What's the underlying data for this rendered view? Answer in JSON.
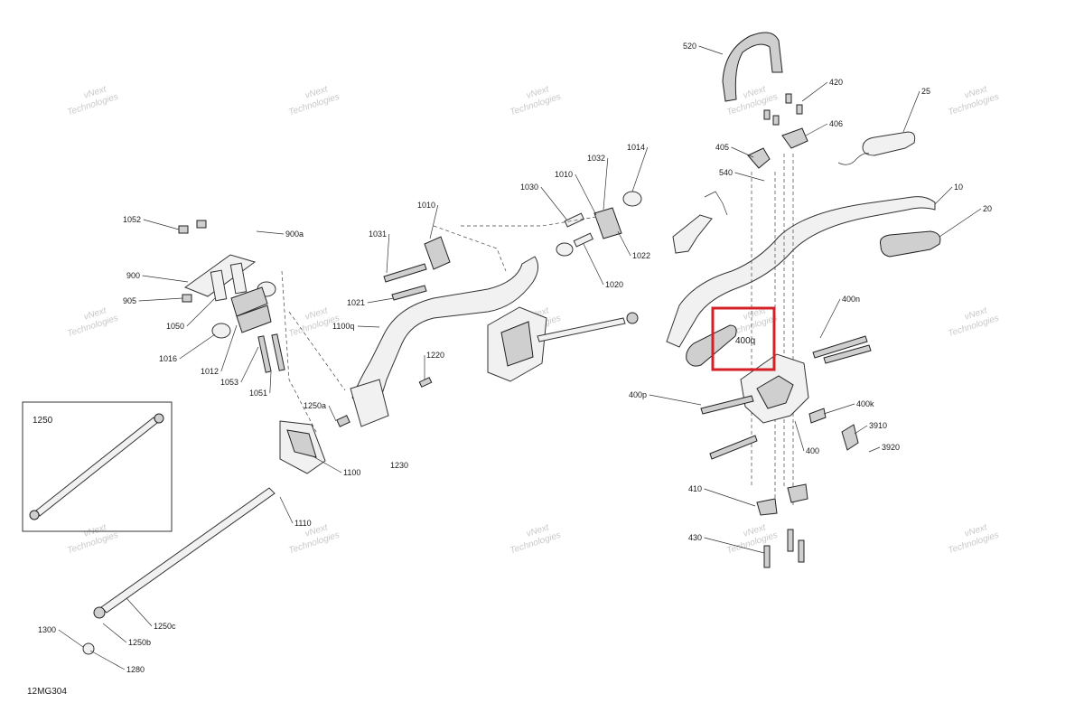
{
  "diagram_code": "12MG304",
  "inset_label": "1250",
  "highlight_label": "400q",
  "highlight_color": "#d42027",
  "watermark_line1": "vNext",
  "watermark_line2": "Technologies",
  "callouts": [
    {
      "id": "520",
      "text": "520"
    },
    {
      "id": "420",
      "text": "420"
    },
    {
      "id": "25",
      "text": "25"
    },
    {
      "id": "406",
      "text": "406"
    },
    {
      "id": "405",
      "text": "405"
    },
    {
      "id": "540",
      "text": "540"
    },
    {
      "id": "10",
      "text": "10"
    },
    {
      "id": "20",
      "text": "20"
    },
    {
      "id": "400n",
      "text": "400n"
    },
    {
      "id": "400p",
      "text": "400p"
    },
    {
      "id": "400k",
      "text": "400k"
    },
    {
      "id": "3910",
      "text": "3910"
    },
    {
      "id": "3920",
      "text": "3920"
    },
    {
      "id": "400",
      "text": "400"
    },
    {
      "id": "410",
      "text": "410"
    },
    {
      "id": "430",
      "text": "430"
    },
    {
      "id": "1014",
      "text": "1014"
    },
    {
      "id": "1032",
      "text": "1032"
    },
    {
      "id": "1010a",
      "text": "1010"
    },
    {
      "id": "1030",
      "text": "1030"
    },
    {
      "id": "1010b",
      "text": "1010"
    },
    {
      "id": "1022",
      "text": "1022"
    },
    {
      "id": "1020",
      "text": "1020"
    },
    {
      "id": "1031",
      "text": "1031"
    },
    {
      "id": "1021",
      "text": "1021"
    },
    {
      "id": "1100q",
      "text": "1100q"
    },
    {
      "id": "1052",
      "text": "1052"
    },
    {
      "id": "900a",
      "text": "900a"
    },
    {
      "id": "900",
      "text": "900"
    },
    {
      "id": "905",
      "text": "905"
    },
    {
      "id": "1050",
      "text": "1050"
    },
    {
      "id": "1016",
      "text": "1016"
    },
    {
      "id": "1012",
      "text": "1012"
    },
    {
      "id": "1053",
      "text": "1053"
    },
    {
      "id": "1051",
      "text": "1051"
    },
    {
      "id": "1220",
      "text": "1220"
    },
    {
      "id": "1250a",
      "text": "1250a"
    },
    {
      "id": "1230",
      "text": "1230"
    },
    {
      "id": "1100",
      "text": "1100"
    },
    {
      "id": "1110",
      "text": "1110"
    },
    {
      "id": "1250c",
      "text": "1250c"
    },
    {
      "id": "1250b",
      "text": "1250b"
    },
    {
      "id": "1300",
      "text": "1300"
    },
    {
      "id": "1280",
      "text": "1280"
    }
  ]
}
